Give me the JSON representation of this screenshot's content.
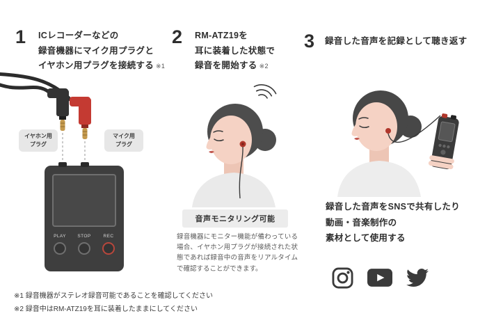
{
  "page": {
    "background": "#ffffff",
    "accent_red": "#c43a32",
    "text_dark": "#2e2e2e"
  },
  "steps": [
    {
      "number": "1",
      "title_lines": [
        "ICレコーダーなどの",
        "録音機器にマイク用プラグと",
        "イヤホン用プラグを接続する"
      ],
      "note": "※1",
      "plug_labels": {
        "earphone_line1": "イヤホン用",
        "earphone_line2": "プラグ",
        "mic_line1": "マイク用",
        "mic_line2": "プラグ"
      },
      "recorder_buttons": [
        "PLAY",
        "STOP",
        "REC"
      ]
    },
    {
      "number": "2",
      "title_lines": [
        "RM-ATZ19を",
        "耳に装着した状態で",
        "録音を開始する"
      ],
      "note": "※2",
      "monitoring_badge": "音声モニタリング可能",
      "monitoring_text": "録音機器にモニター機能が備わっている場合、イヤホン用プラグが接続された状態であれば録音中の音声をリアルタイムで確認することができます。"
    },
    {
      "number": "3",
      "title": "録音した音声を記録として聴き返す",
      "body_lines": [
        "録音した音声をSNSで共有したり",
        "動画・音楽制作の",
        "素材として使用する"
      ],
      "social_icons": [
        "instagram-icon",
        "youtube-icon",
        "twitter-icon"
      ]
    }
  ],
  "footnotes": [
    "※1 録音機器がステレオ録音可能であることを確認してください",
    "※2 録音中はRM-ATZ19を耳に装着したままにしてください"
  ]
}
